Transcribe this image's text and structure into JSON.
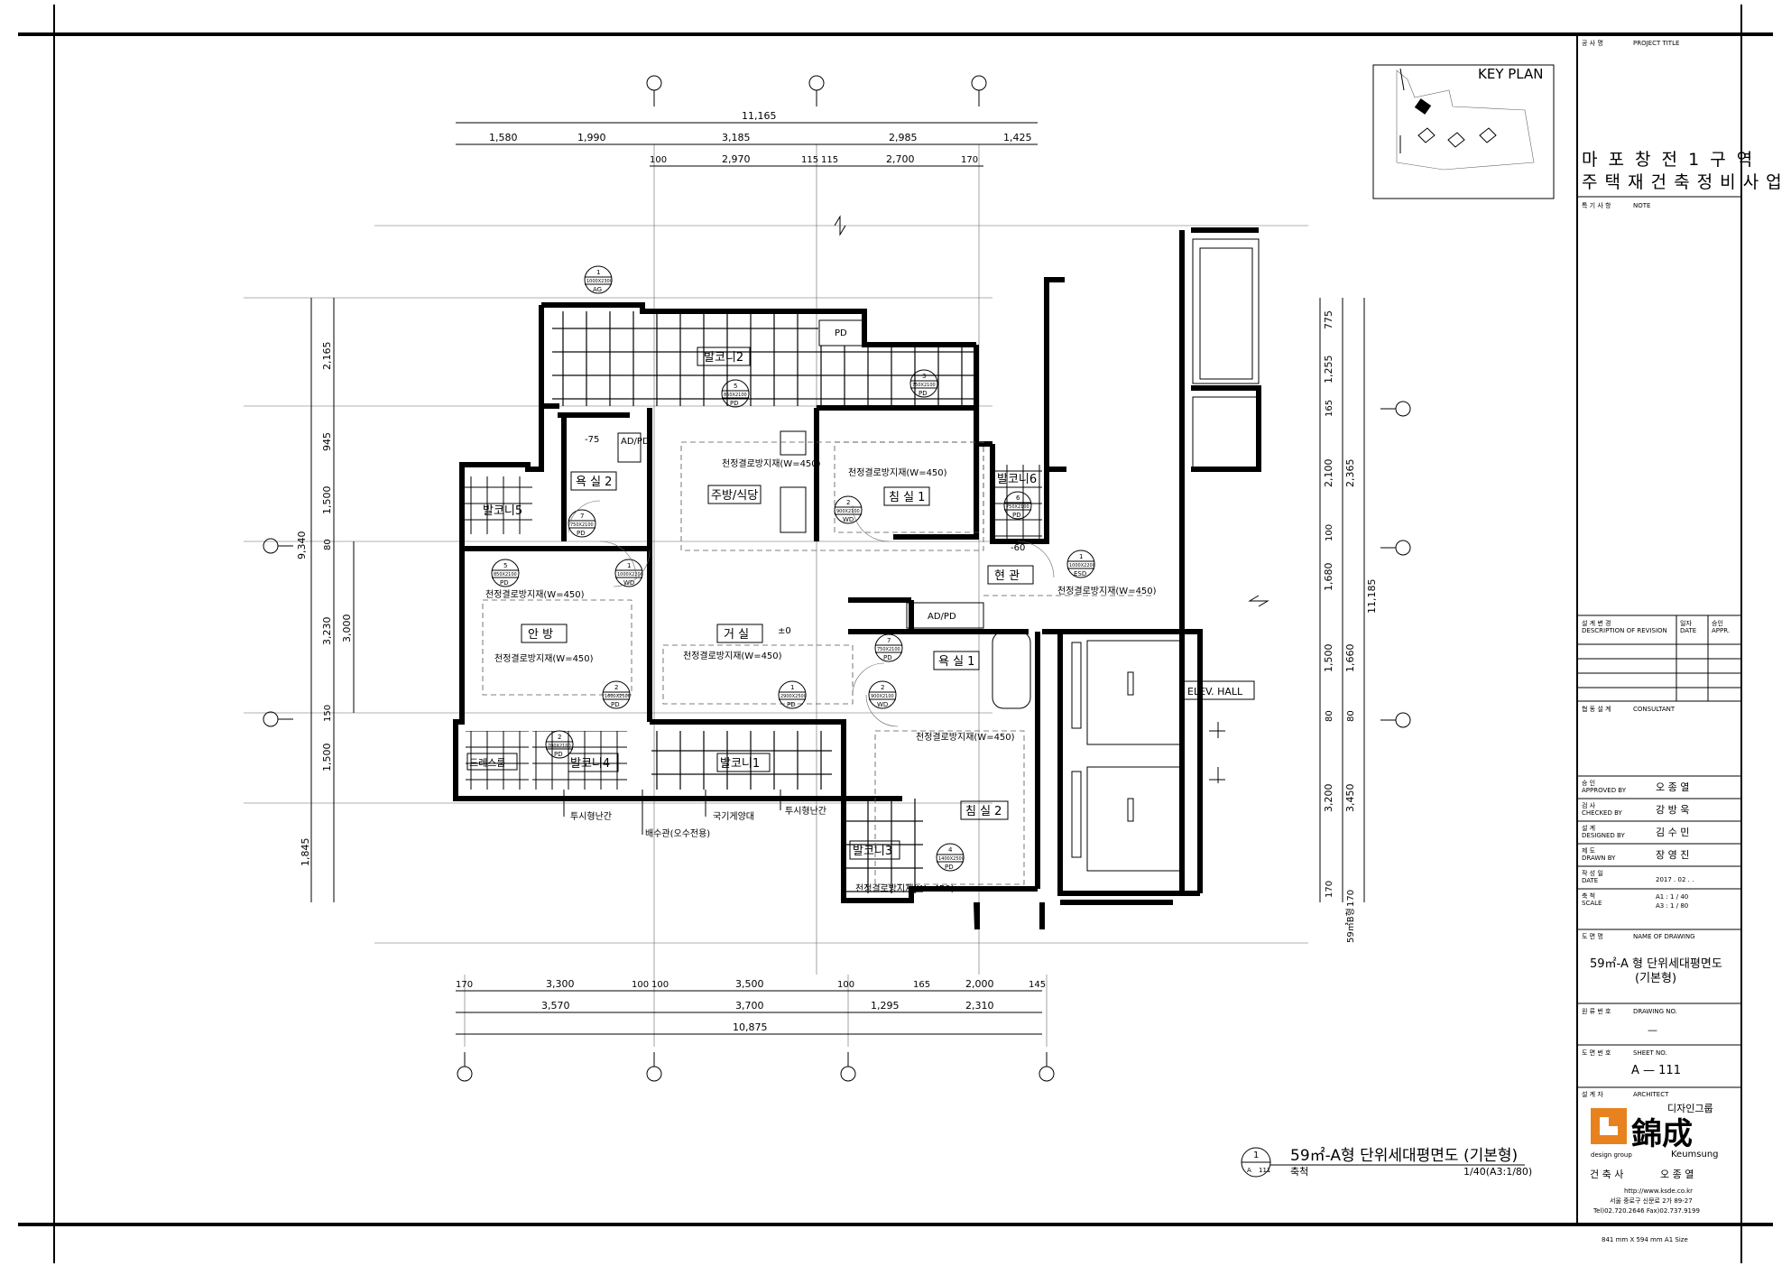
{
  "title_block": {
    "project_label_kr": "공 사 명",
    "project_label_en": "PROJECT TITLE",
    "project_line1": "마 포 창 전 1 구 역",
    "project_line2": "주 택 재 건 축 정 비 사 업",
    "note_label_kr": "특 기 사 항",
    "note_label_en": "NOTE",
    "revision_label_kr": "설 계 변 경",
    "revision_label_en": "DESCRIPTION OF REVISION",
    "date_label_kr": "일자",
    "date_label_en": "DATE",
    "appr_label_kr": "승인",
    "appr_label_en": "APPR.",
    "consultant_label_kr": "협 동 설 계",
    "consultant_label_en": "CONSULTANT",
    "approved_kr": "승 인",
    "approved_en": "APPROVED BY",
    "approved_name": "오 종 열",
    "checked_kr": "검 사",
    "checked_en": "CHECKED BY",
    "checked_name": "강 방 욱",
    "designed_kr": "설 계",
    "designed_en": "DESIGNED BY",
    "designed_name": "김 수 민",
    "drawn_kr": "제 도",
    "drawn_en": "DRAWN BY",
    "drawn_name": "장 영 진",
    "date_kr": "작 성 일",
    "date_en": "DATE",
    "date_value": "2017 . 02 .   .",
    "scale_kr": "축 척",
    "scale_en": "SCALE",
    "scale_a1": "A1  : 1 / 40",
    "scale_a3": "A3  : 1 / 80",
    "drawing_name_kr": "도 면 명",
    "drawing_name_en": "NAME OF DRAWING",
    "drawing_name_line1": "59㎡-A 형 단위세대평면도",
    "drawing_name_line2": "(기본형)",
    "drawing_no_kr": "원 류 번 호",
    "drawing_no_en": "DRAWING NO.",
    "drawing_no_value": "—",
    "sheet_no_kr": "도 면 번 호",
    "sheet_no_en": "SHEET NO.",
    "sheet_no_value": "A  — 111",
    "architect_kr": "설 계 자",
    "architect_en": "ARCHITECT",
    "firm_group_kr": "디자인그룹",
    "firm_name": "錦成",
    "firm_group_en": "design group",
    "firm_name_en": "Keumsung",
    "firm_office_kr": "건 축 사",
    "firm_principal": "오 종 열",
    "firm_url": "http://www.ksde.co.kr",
    "firm_address": "서울 중로구 신문로 2가 89-27",
    "firm_tel": "Tel)02.720.2646    Fax)02.737.9199",
    "paper_size": "841 mm X 594 mm  A1 Size"
  },
  "key_plan": {
    "label": "KEY PLAN"
  },
  "plan_title": {
    "number": "1",
    "ref": "A",
    "sheet": "111",
    "text": "59㎡-A형 단위세대평면도 (기본형)",
    "scale_label": "축척",
    "scale_value": "1/40(A3:1/80)"
  },
  "rooms": {
    "balcony2": "발코니2",
    "bath2": "욕 실 2",
    "kitchen": "주방/식당",
    "bed1": "침 실 1",
    "balcony6": "발코니6",
    "balcony5": "발코니5",
    "entry": "현 관",
    "master": "안 방",
    "living": "거 실",
    "bath1": "욕 실 1",
    "elev_hall": "ELEV. HALL",
    "dress": "드레스룸",
    "balcony4": "발코니4",
    "balcony1": "발코니1",
    "bed2": "침 실 2",
    "balcony3": "발코니3"
  },
  "notes": {
    "ceiling1": "천정결로방지재(W=450)",
    "ceiling2": "천정결로방지재(W=450)",
    "ceiling3": "천정결로방지재(W=450)",
    "ceiling4": "천정결로방지재(W=450)",
    "ceiling5": "천정결로방지재(W=450)",
    "ceiling6": "천정결로방지재(W=450)",
    "ceiling7": "천정결로방지재(W=450)",
    "ceiling8": "천정결로방지재(W=450)",
    "railing1": "투시형난간",
    "railing2": "투시형난간",
    "drain": "배수관(오수전용)",
    "flag": "국기게양대",
    "adpd1": "AD/PD",
    "adpd2": "AD/PD",
    "pd": "PD",
    "level_living": "±0",
    "level_bath": "-75",
    "level_entry": "-60"
  },
  "dims_top": {
    "total": "11,165",
    "row2": [
      "1,580",
      "1,990",
      "3,185",
      "2,985",
      "1,425"
    ],
    "row3": [
      "100",
      "2,970",
      "115",
      "115",
      "2,700",
      "170"
    ]
  },
  "dims_bottom": {
    "row1": [
      "170",
      "3,300",
      "100",
      "100",
      "3,500",
      "100",
      "165",
      "2,000",
      "145"
    ],
    "row2": [
      "3,570",
      "3,700",
      "1,295",
      "2,310"
    ],
    "total": "10,875"
  },
  "dims_left": {
    "total": "9,340",
    "col1": [
      "2,165",
      "945",
      "1,500",
      "80",
      "3,230",
      "150",
      "1,500",
      "1,845"
    ],
    "col2": [
      "3,000"
    ]
  },
  "dims_right": {
    "total": "11,185",
    "col1": [
      "775",
      "1,255",
      "165",
      "2,100",
      "100",
      "1,680",
      "1,500",
      "80",
      "3,200",
      "170"
    ],
    "col2": [
      "2,365",
      "1,660",
      "80",
      "3,450",
      "170"
    ],
    "side": "59㎡B형"
  },
  "tags": [
    {
      "n": "1",
      "size": "1000X2300",
      "type": "AG"
    },
    {
      "n": "5",
      "size": "850X2100",
      "type": "PD"
    },
    {
      "n": "3",
      "size": "750X2100",
      "type": "PD"
    },
    {
      "n": "7",
      "size": "750X2100",
      "type": "PD"
    },
    {
      "n": "2",
      "size": "900X2100",
      "type": "WD"
    },
    {
      "n": "6",
      "size": "750X2100",
      "type": "PD"
    },
    {
      "n": "1",
      "size": "1000X2200",
      "type": "ESD"
    },
    {
      "n": "5",
      "size": "850X2100",
      "type": "PD"
    },
    {
      "n": "1",
      "size": "1000X2200",
      "type": "WD"
    },
    {
      "n": "7",
      "size": "750X2100",
      "type": "PD"
    },
    {
      "n": "2",
      "size": "900X2100",
      "type": "WD"
    },
    {
      "n": "2",
      "size": "1600X2500",
      "type": "PD"
    },
    {
      "n": "1",
      "size": "2900X2500",
      "type": "PD"
    },
    {
      "n": "2",
      "size": "700X2100",
      "type": "PD"
    },
    {
      "n": "4",
      "size": "1400X2500",
      "type": "PD"
    }
  ]
}
